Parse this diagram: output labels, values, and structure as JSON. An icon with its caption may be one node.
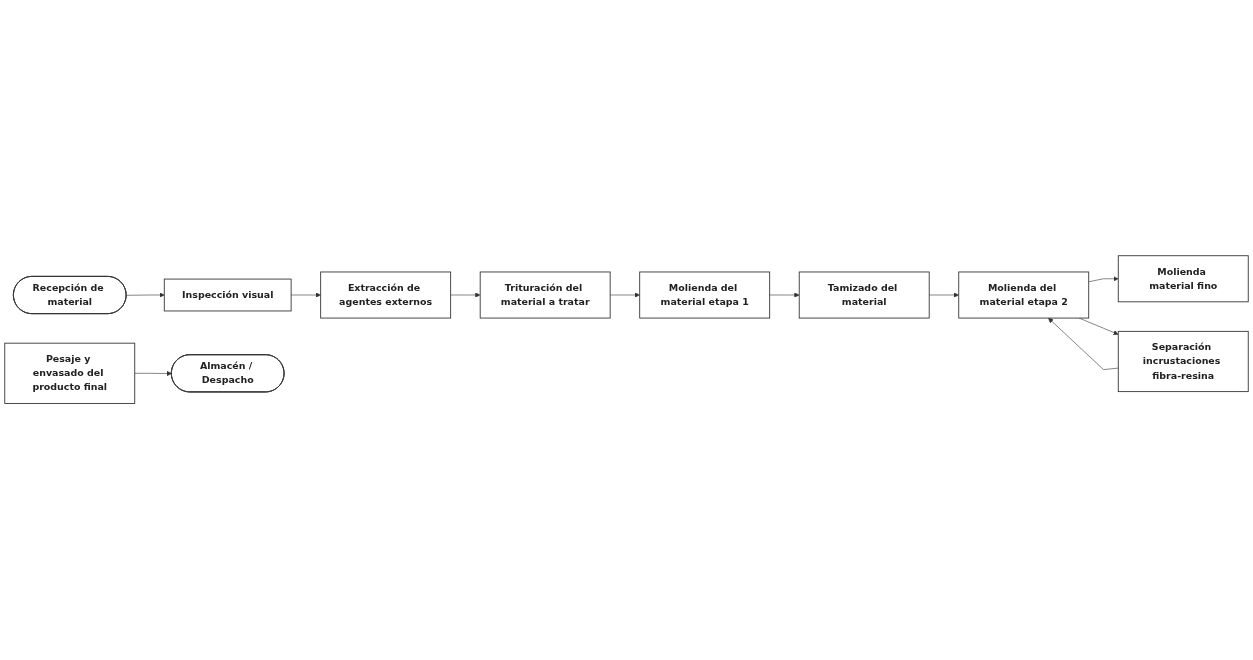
{
  "diagram": {
    "nodes": [
      {
        "text": [
          "Recepción de material"
        ]
      },
      {
        "text": [
          "Inspección visual"
        ]
      },
      {
        "text": [
          "Extracción de agentes externos"
        ]
      },
      {
        "text": [
          "Trituración del material a tratar"
        ]
      },
      {
        "text": [
          "Molienda del material etapa 1"
        ]
      },
      {
        "text": [
          "Tamizado del material"
        ]
      },
      {
        "text": [
          "Pesaje y envasado del producto final"
        ]
      },
      {
        "text": [
          "Molienda material fino"
        ]
      },
      {
        "text": [
          "Molienda del material etapa 2"
        ]
      },
      {
        "text": [
          "Separación incrustaciones fibra-resina"
        ]
      },
      {
        "text": [
          "Almacén / Despacho"
        ]
      }
    ],
    "edges": [
      {
        "from": 0,
        "to": 1,
        "arrow": "to"
      },
      {
        "from": 1,
        "to": 2,
        "arrow": "to"
      },
      {
        "from": 2,
        "to": 3,
        "arrow": "to"
      },
      {
        "from": 3,
        "to": 4,
        "arrow": "to"
      },
      {
        "from": 4,
        "to": 5,
        "arrow": "to"
      },
      {
        "from": 5,
        "to": 8,
        "arrow": "to"
      },
      {
        "from": 8,
        "to": 7,
        "arrow": "to"
      },
      {
        "from": 8,
        "to": 9,
        "arrow": "to"
      },
      {
        "from": 9,
        "to": 8,
        "arrow": "to"
      },
      {
        "from": 6,
        "to": 10,
        "arrow": "to"
      }
    ]
  }
}
